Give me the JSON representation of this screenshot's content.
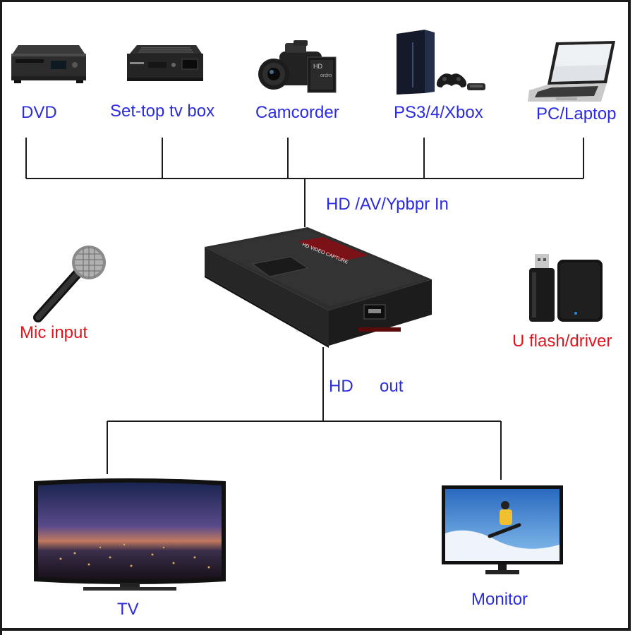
{
  "colors": {
    "label_blue": "#2b2be0",
    "label_red": "#e0141e",
    "line": "#1a1a1a",
    "device_body": "#2a2a2a"
  },
  "inputs": [
    {
      "label": "DVD",
      "icon": "dvd-player-icon"
    },
    {
      "label": "Set-top tv box",
      "icon": "set-top-box-icon"
    },
    {
      "label": "Camcorder",
      "icon": "camcorder-icon"
    },
    {
      "label": "PS3/4/Xbox",
      "icon": "game-console-icon"
    },
    {
      "label": "PC/Laptop",
      "icon": "laptop-icon"
    }
  ],
  "input_bus_label": "HD /AV/Ypbpr In",
  "center_device": {
    "name": "HD capture box",
    "label_text": "HD VIDEO CAPTURE"
  },
  "side_left": {
    "label": "Mic input",
    "icon": "microphone-icon"
  },
  "side_right": {
    "label": "U flash/driver",
    "icon": "usb-storage-icon"
  },
  "output_bus_label_1": "HD",
  "output_bus_label_2": "out",
  "outputs": [
    {
      "label": "TV",
      "icon": "tv-icon"
    },
    {
      "label": "Monitor",
      "icon": "monitor-icon"
    }
  ]
}
